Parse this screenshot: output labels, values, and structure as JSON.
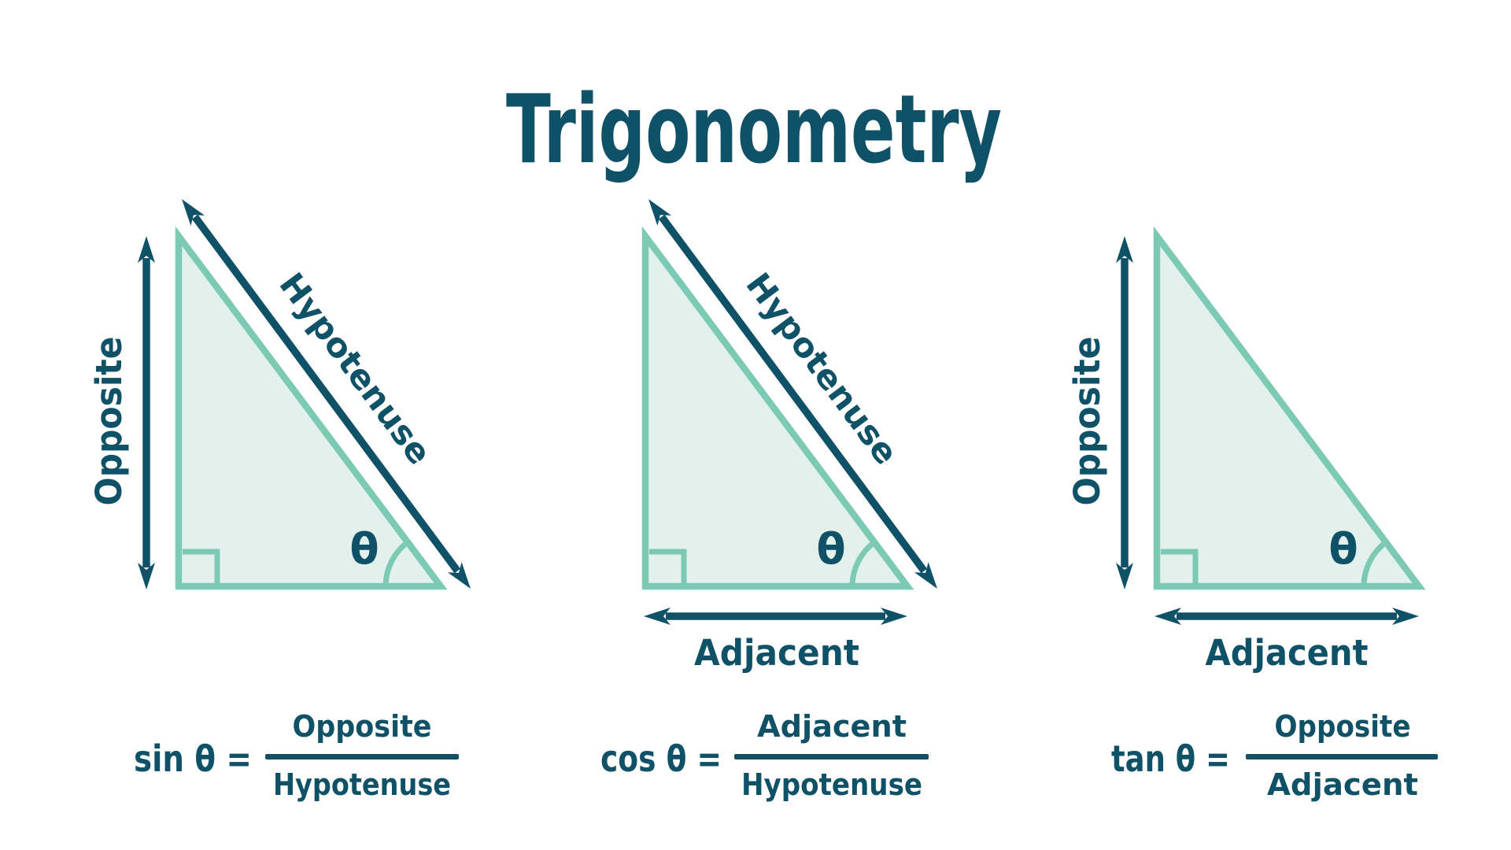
{
  "title": "Trigonometry",
  "colors": {
    "dark": "#0F5166",
    "green": "#7CC9B4",
    "fill": "#E3F1ED",
    "background": "#FFFFFF"
  },
  "triangles": [
    {
      "name": "sine-triangle",
      "angle": "θ",
      "labels": {
        "vertical": "Opposite",
        "hypotenuse": "Hypotenuse"
      }
    },
    {
      "name": "cosine-triangle",
      "angle": "θ",
      "labels": {
        "hypotenuse": "Hypotenuse",
        "horizontal": "Adjacent"
      }
    },
    {
      "name": "tangent-triangle",
      "angle": "θ",
      "labels": {
        "vertical": "Opposite",
        "horizontal": "Adjacent"
      }
    }
  ],
  "formulas": [
    {
      "lhs": "sin θ =",
      "numerator": "Opposite",
      "denominator": "Hypotenuse"
    },
    {
      "lhs": "cos θ =",
      "numerator": "Adjacent",
      "denominator": "Hypotenuse"
    },
    {
      "lhs": "tan θ =",
      "numerator": "Opposite",
      "denominator": "Adjacent"
    }
  ]
}
